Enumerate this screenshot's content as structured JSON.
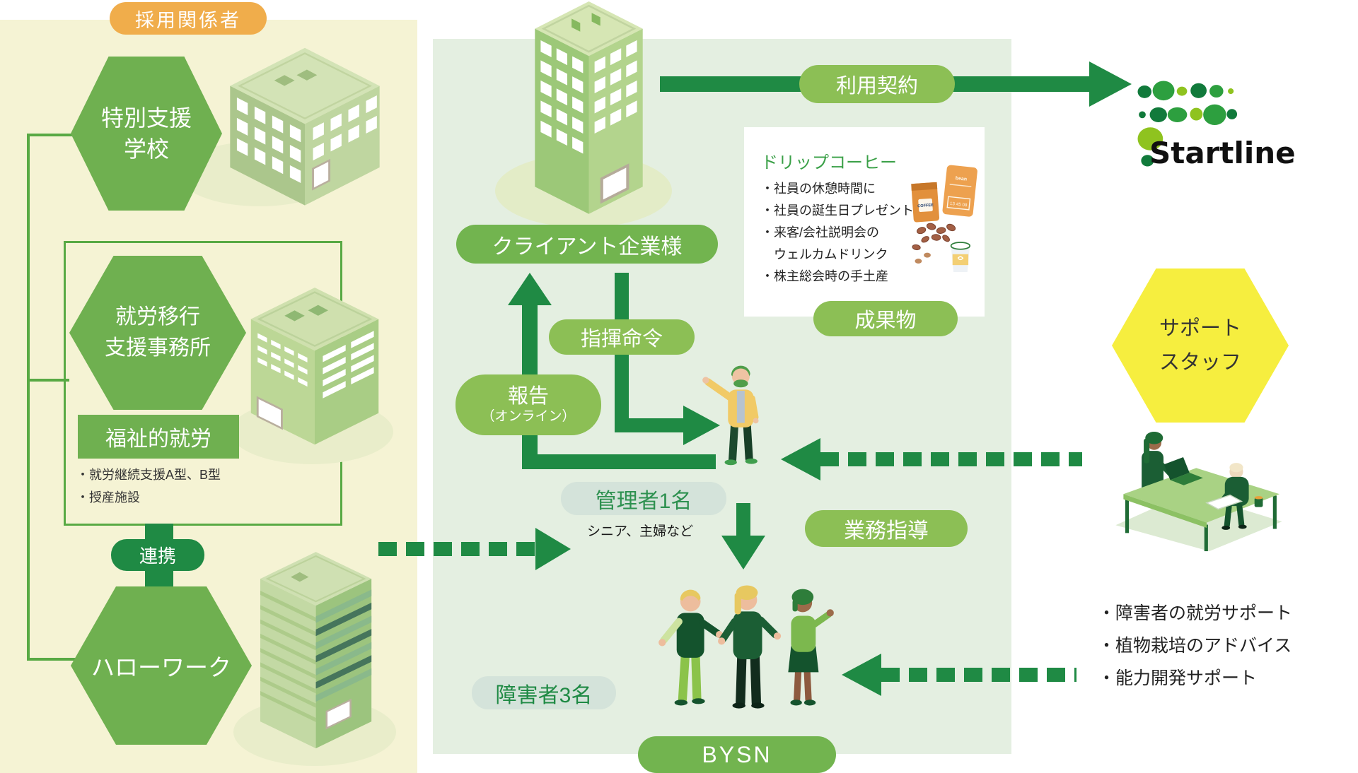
{
  "colors": {
    "panel_yellow": "#f5f3d4",
    "panel_green": "#e4efe1",
    "panel_white": "#ffffff",
    "hexagon_green": "#6fb050",
    "pill_light_green": "#8cbf55",
    "pill_mid_green": "#72b44f",
    "arrow_dark_green": "#1f8a44",
    "badge_orange": "#f0ad4b",
    "support_hex_yellow": "#f6ee3f",
    "pale_pill": "#d4e3da",
    "logo_dark_green": "#117a3b",
    "logo_mid_green": "#2d9f3f",
    "logo_light_green": "#8fc31f"
  },
  "left_panel": {
    "badge": "採用関係者",
    "school_hex": {
      "line1": "特別支援",
      "line2": "学校"
    },
    "transition_hex": {
      "line1": "就労移行",
      "line2": "支援事務所"
    },
    "welfare_label": "福祉的就労",
    "welfare_bullets": [
      "・就労継続支援A型、B型",
      "・授産施設"
    ],
    "link_label": "連携",
    "hellowork_label": "ハローワーク"
  },
  "center_panel": {
    "client_label": "クライアント企業様",
    "contract_label": "利用契約",
    "command_label": "指揮命令",
    "report_label": "報告",
    "report_sub": "（オンライン）",
    "manager_label": "管理者1名",
    "manager_note": "シニア、主婦など",
    "guidance_label": "業務指導",
    "workers_label": "障害者3名",
    "company_label": "BYSN",
    "deliverable_label": "成果物",
    "coffee_box": {
      "title": "ドリップコーヒー",
      "bullets": [
        "・社員の休憩時間に",
        "・社員の誕生日プレゼント",
        "・来客/会社説明会の",
        "　ウェルカムドリンク",
        "・株主総会時の手土産"
      ],
      "bag_labels": [
        "COFFEE",
        "bean",
        "13 45 08"
      ]
    }
  },
  "right_panel": {
    "logo_text": "Startline",
    "support_hex": {
      "line1": "サポート",
      "line2": "スタッフ"
    },
    "bullets": [
      "・障害者の就労サポート",
      "・植物栽培のアドバイス",
      "・能力開発サポート"
    ]
  }
}
